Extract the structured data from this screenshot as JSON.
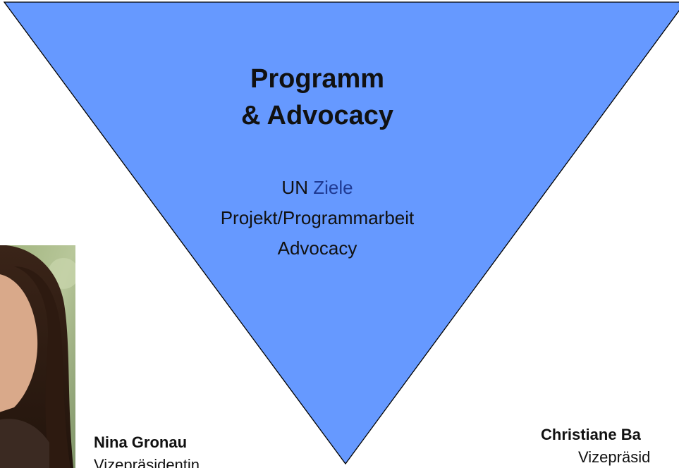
{
  "diagram": {
    "fill_color": "#6699ff",
    "title_line1": "Programm",
    "title_line2": "& Advocacy",
    "subtitle_un": "UN",
    "subtitle_ziele": "Ziele",
    "item2": "Projekt/Programmarbeit",
    "item3": "Advocacy"
  },
  "people": [
    {
      "name": "Nina Gronau",
      "role": "Vizepräsidentin"
    },
    {
      "name": "Christiane Ba",
      "role": "Vizepräsid"
    }
  ]
}
